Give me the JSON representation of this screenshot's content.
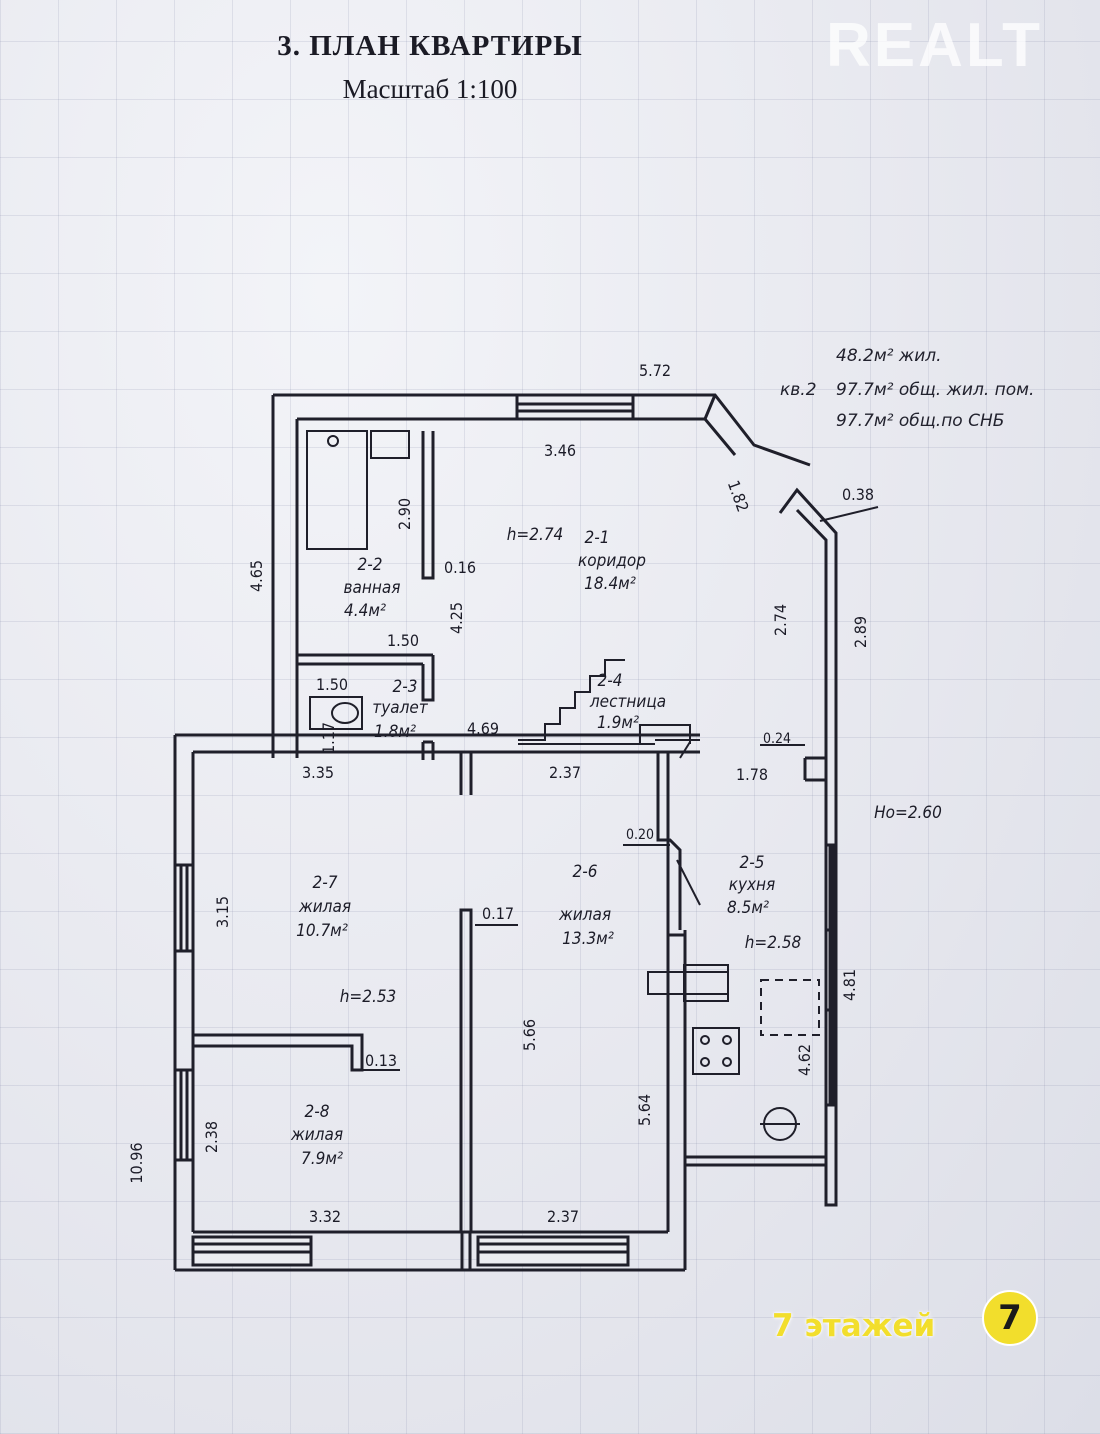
{
  "header": {
    "title": "3. ПЛАН КВАРТИРЫ",
    "scale": "Масштаб 1:100"
  },
  "watermark": "REALT",
  "summary": {
    "living": "48.2м² жил.",
    "apt_label": "кв.2",
    "total_living": "97.7м² общ. жил. пом.",
    "total_snb": "97.7м² общ.по СНБ"
  },
  "rooms": {
    "r21": {
      "id": "2-1",
      "name": "коридор",
      "area": "18.4м²",
      "height": "h=2.74"
    },
    "r22": {
      "id": "2-2",
      "name": "ванная",
      "area": "4.4м²"
    },
    "r23": {
      "id": "2-3",
      "name": "туалет",
      "area": "1.8м²"
    },
    "r24": {
      "id": "2-4",
      "name": "лестница",
      "area": "1.9м²"
    },
    "r25": {
      "id": "2-5",
      "name": "кухня",
      "area": "8.5м²",
      "height": "h=2.58"
    },
    "r26": {
      "id": "2-6",
      "name": "жилая",
      "area": "13.3м²"
    },
    "r27": {
      "id": "2-7",
      "name": "жилая",
      "area": "10.7м²",
      "height": "h=2.53"
    },
    "r28": {
      "id": "2-8",
      "name": "жилая",
      "area": "7.9м²"
    }
  },
  "ceiling_other": "Ho=2.60",
  "dimensions": {
    "d572": "5.72",
    "d346": "3.46",
    "d182": "1.82",
    "d038": "0.38",
    "d465": "4.65",
    "d290": "2.90",
    "d016": "0.16",
    "d425": "4.25",
    "d150a": "1.50",
    "d150b": "1.50",
    "d117": "1.17",
    "d469": "4.69",
    "d274": "2.74",
    "d289": "2.89",
    "d024": "0.24",
    "d335": "3.35",
    "d237a": "2.37",
    "d178": "1.78",
    "d020": "0.20",
    "d315": "3.15",
    "d017": "0.17",
    "d481": "4.81",
    "d013": "0.13",
    "d566": "5.66",
    "d462": "4.62",
    "d564": "5.64",
    "d238": "2.38",
    "d1096": "10.96",
    "d332": "3.32",
    "d237b": "2.37"
  },
  "badge": {
    "text": "7 этажей",
    "logo": "7"
  }
}
